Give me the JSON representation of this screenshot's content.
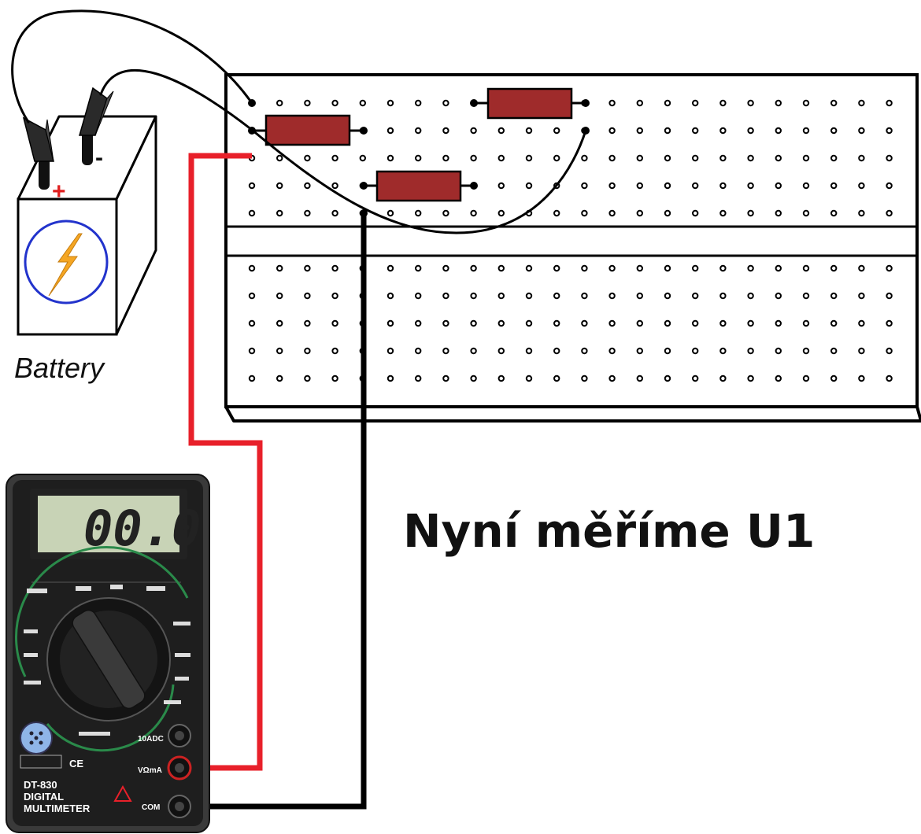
{
  "title": "Nyní měříme U1",
  "battery": {
    "label": "Battery",
    "plus_symbol": "+",
    "minus_symbol": "-",
    "icon": "lightning-bolt-icon"
  },
  "multimeter": {
    "display_value": "00.0",
    "model": "DT-830",
    "name_line1": "DIGITAL",
    "name_line2": "MULTIMETER",
    "ce_mark": "CE",
    "jack_top": "10ADC",
    "jack_mid": "VΩmA",
    "jack_bottom": "COM"
  },
  "colors": {
    "resistor": "#9f2b2b",
    "red_probe_wire": "#e8202a",
    "black_probe_wire": "#000000",
    "bolt": "#f5a623",
    "battery_circle": "#2233cc",
    "meter_body": "#1e1e1e",
    "lcd": "#c8d3b6"
  },
  "breadboard": {
    "columns": 24,
    "upper_rows": 5,
    "lower_rows": 5
  }
}
